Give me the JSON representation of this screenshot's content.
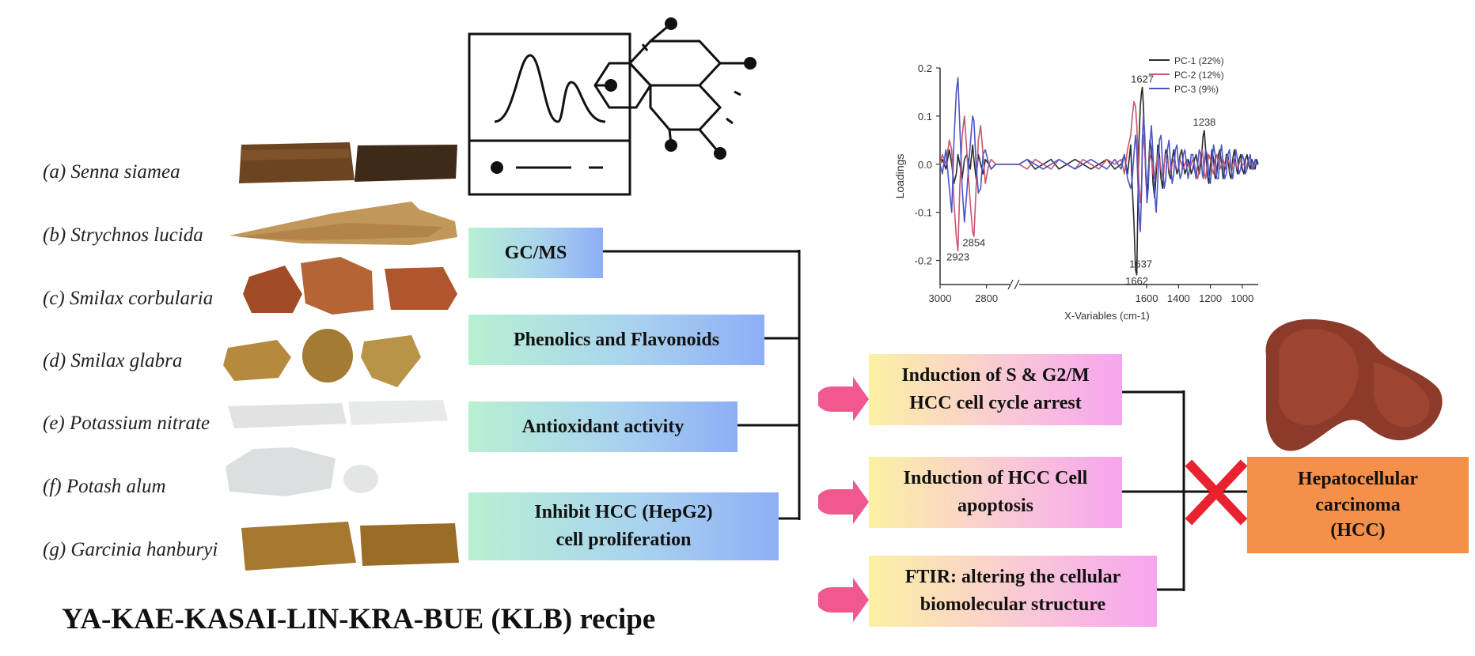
{
  "samples": [
    {
      "id": "a",
      "name": "(a) Senna siamea",
      "color": "#5a3a1e"
    },
    {
      "id": "b",
      "name": "(b) Strychnos lucida",
      "color": "#b98a4a"
    },
    {
      "id": "c",
      "name": "(c) Smilax corbularia",
      "color": "#9a4a25"
    },
    {
      "id": "d",
      "name": "(d) Smilax glabra",
      "color": "#b08a3a"
    },
    {
      "id": "e",
      "name": "(e) Potassium nitrate",
      "color": "#e4e6e6"
    },
    {
      "id": "f",
      "name": "(f) Potash alum",
      "color": "#dfe2e2"
    },
    {
      "id": "g",
      "name": "(g) Garcinia hanburyi",
      "color": "#a8782e"
    }
  ],
  "recipe_title": "YA-KAE-KASAI-LIN-KRA-BUE (KLB)  recipe",
  "analyses": [
    {
      "label": "GC/MS"
    },
    {
      "label": "Phenolics and Flavonoids"
    },
    {
      "label": "Antioxidant activity"
    },
    {
      "label": "Inhibit HCC (HepG2)\ncell proliferation"
    }
  ],
  "effects": [
    {
      "label": "Induction of S & G2/M\nHCC cell cycle arrest"
    },
    {
      "label": "Induction of  HCC Cell\napoptosis"
    },
    {
      "label": "FTIR: altering the cellular\nbiomolecular structure"
    }
  ],
  "target": {
    "label": "Hepatocellular\ncarcinoma\n(HCC)",
    "color": "#f5904a"
  },
  "inhibit_mark_color": "#e8232f",
  "arrow_color": "#f0588e",
  "chart_data": {
    "type": "line",
    "title": "",
    "xlabel": "X-Variables (cm-1)",
    "ylabel": "Loadings",
    "xlim": [
      3000,
      900
    ],
    "ylim": [
      -0.25,
      0.2
    ],
    "x_breaks": [
      [
        2700,
        2400
      ]
    ],
    "xticks": [
      "3000",
      "2800",
      "1600",
      "1400",
      "1200",
      "1000"
    ],
    "yticks": [
      "0.2",
      "0.1",
      "0.0",
      "-0.1",
      "-0.2"
    ],
    "legend_position": "top-right",
    "series": [
      {
        "name": "PC-1 (22%)",
        "color": "#2b2b2b",
        "x": [
          3000,
          2990,
          2975,
          2960,
          2950,
          2940,
          2930,
          2923,
          2915,
          2905,
          2895,
          2885,
          2870,
          2860,
          2854,
          2845,
          2835,
          2825,
          2815,
          2805,
          2790,
          2780,
          2760,
          2700,
          2400,
          2350,
          2300,
          2250,
          2200,
          2150,
          2100,
          2050,
          2000,
          1950,
          1900,
          1850,
          1800,
          1760,
          1740,
          1720,
          1700,
          1690,
          1680,
          1670,
          1662,
          1655,
          1648,
          1640,
          1632,
          1627,
          1620,
          1612,
          1605,
          1598,
          1590,
          1580,
          1570,
          1560,
          1550,
          1540,
          1530,
          1520,
          1510,
          1500,
          1490,
          1480,
          1470,
          1460,
          1450,
          1440,
          1430,
          1420,
          1410,
          1400,
          1390,
          1380,
          1370,
          1360,
          1350,
          1340,
          1330,
          1320,
          1310,
          1300,
          1290,
          1280,
          1270,
          1260,
          1250,
          1245,
          1238,
          1230,
          1220,
          1210,
          1200,
          1190,
          1180,
          1170,
          1160,
          1150,
          1140,
          1130,
          1120,
          1110,
          1100,
          1090,
          1080,
          1070,
          1060,
          1050,
          1040,
          1030,
          1020,
          1010,
          1000,
          990,
          980,
          970,
          960,
          950,
          940,
          930,
          920,
          910,
          900
        ],
        "y": [
          0.0,
          0.01,
          -0.01,
          0.03,
          0.0,
          -0.04,
          -0.02,
          0.02,
          0.0,
          -0.03,
          0.01,
          0.02,
          -0.01,
          0.04,
          0.01,
          -0.03,
          0.02,
          0.0,
          -0.02,
          0.01,
          0.0,
          -0.01,
          0.0,
          0.0,
          0.0,
          0.01,
          -0.01,
          0.0,
          0.01,
          -0.01,
          0.0,
          0.01,
          0.0,
          -0.01,
          0.0,
          0.01,
          -0.01,
          0.0,
          0.02,
          -0.02,
          0.04,
          -0.05,
          -0.12,
          -0.22,
          -0.23,
          -0.08,
          0.05,
          0.12,
          0.15,
          0.16,
          0.12,
          0.04,
          -0.03,
          -0.06,
          -0.02,
          0.05,
          0.03,
          -0.04,
          -0.07,
          -0.02,
          0.04,
          0.02,
          -0.03,
          -0.05,
          0.0,
          0.03,
          0.02,
          -0.02,
          -0.03,
          0.01,
          0.03,
          0.0,
          -0.02,
          -0.01,
          0.02,
          0.03,
          0.0,
          -0.02,
          -0.01,
          0.01,
          0.0,
          -0.02,
          -0.01,
          0.01,
          0.02,
          0.0,
          -0.02,
          0.0,
          0.04,
          0.06,
          0.07,
          0.03,
          -0.02,
          -0.04,
          0.0,
          0.03,
          0.01,
          -0.03,
          -0.02,
          0.02,
          0.03,
          0.0,
          -0.03,
          -0.01,
          0.02,
          0.02,
          -0.02,
          -0.03,
          0.01,
          0.03,
          0.0,
          -0.02,
          0.01,
          0.02,
          -0.01,
          -0.02,
          0.01,
          0.02,
          0.0,
          -0.01,
          0.01,
          0.0,
          -0.01,
          0.01,
          0.0
        ]
      },
      {
        "name": "PC-2 (12%)",
        "color": "#c9566b",
        "x": [
          3000,
          2990,
          2975,
          2960,
          2950,
          2940,
          2930,
          2923,
          2915,
          2905,
          2895,
          2885,
          2870,
          2860,
          2854,
          2845,
          2835,
          2825,
          2815,
          2805,
          2790,
          2780,
          2760,
          2700,
          2400,
          2350,
          2300,
          2250,
          2200,
          2150,
          2100,
          2050,
          2000,
          1950,
          1900,
          1850,
          1800,
          1760,
          1740,
          1720,
          1700,
          1690,
          1680,
          1670,
          1662,
          1655,
          1648,
          1640,
          1632,
          1627,
          1620,
          1612,
          1605,
          1598,
          1590,
          1580,
          1570,
          1560,
          1550,
          1540,
          1530,
          1520,
          1510,
          1500,
          1490,
          1480,
          1470,
          1460,
          1450,
          1440,
          1430,
          1420,
          1410,
          1400,
          1390,
          1380,
          1370,
          1360,
          1350,
          1340,
          1330,
          1320,
          1310,
          1300,
          1290,
          1280,
          1270,
          1260,
          1250,
          1245,
          1238,
          1230,
          1220,
          1210,
          1200,
          1190,
          1180,
          1170,
          1160,
          1150,
          1140,
          1130,
          1120,
          1110,
          1100,
          1090,
          1080,
          1070,
          1060,
          1050,
          1040,
          1030,
          1020,
          1010,
          1000,
          990,
          980,
          970,
          960,
          950,
          940,
          930,
          920,
          910,
          900
        ],
        "y": [
          0.0,
          0.02,
          0.0,
          0.05,
          0.03,
          -0.08,
          -0.15,
          -0.18,
          -0.05,
          0.06,
          0.1,
          0.03,
          -0.08,
          -0.14,
          -0.15,
          -0.05,
          0.05,
          0.08,
          0.02,
          -0.04,
          0.0,
          0.01,
          0.0,
          0.0,
          0.0,
          -0.01,
          0.01,
          0.0,
          -0.01,
          0.01,
          0.0,
          -0.01,
          0.01,
          0.0,
          -0.01,
          0.01,
          0.0,
          0.01,
          -0.02,
          0.03,
          0.06,
          0.1,
          0.13,
          0.12,
          0.08,
          0.02,
          -0.04,
          -0.08,
          -0.05,
          0.02,
          0.06,
          0.03,
          -0.02,
          -0.04,
          -0.01,
          0.02,
          0.01,
          -0.02,
          -0.03,
          0.0,
          0.02,
          0.01,
          -0.01,
          -0.03,
          0.0,
          0.02,
          0.01,
          -0.01,
          -0.02,
          0.0,
          0.01,
          0.0,
          -0.01,
          -0.01,
          0.01,
          0.0,
          -0.01,
          0.0,
          0.01,
          0.0,
          -0.01,
          0.0,
          0.01,
          0.0,
          -0.02,
          -0.03,
          -0.01,
          0.02,
          0.03,
          0.01,
          -0.02,
          -0.03,
          0.0,
          0.02,
          0.01,
          -0.01,
          -0.02,
          0.01,
          0.02,
          0.0,
          -0.01,
          0.0,
          0.01,
          0.0,
          -0.01,
          0.01,
          0.0,
          -0.01,
          0.0,
          0.01,
          0.0,
          -0.01,
          0.0,
          0.01,
          0.0,
          0.0,
          -0.01,
          0.0,
          0.01,
          0.0,
          0.0,
          -0.01,
          0.0,
          0.0,
          0.0
        ]
      },
      {
        "name": "PC-3 (9%)",
        "color": "#4a55c9",
        "x": [
          3000,
          2990,
          2975,
          2960,
          2950,
          2940,
          2930,
          2923,
          2915,
          2905,
          2895,
          2885,
          2870,
          2860,
          2854,
          2845,
          2835,
          2825,
          2815,
          2805,
          2790,
          2780,
          2760,
          2700,
          2400,
          2350,
          2300,
          2250,
          2200,
          2150,
          2100,
          2050,
          2000,
          1950,
          1900,
          1850,
          1800,
          1760,
          1740,
          1720,
          1700,
          1690,
          1680,
          1670,
          1662,
          1655,
          1648,
          1640,
          1632,
          1627,
          1620,
          1612,
          1605,
          1598,
          1590,
          1580,
          1570,
          1560,
          1550,
          1540,
          1530,
          1520,
          1510,
          1500,
          1490,
          1480,
          1470,
          1460,
          1450,
          1440,
          1430,
          1420,
          1410,
          1400,
          1390,
          1380,
          1370,
          1360,
          1350,
          1340,
          1330,
          1320,
          1310,
          1300,
          1290,
          1280,
          1270,
          1260,
          1250,
          1245,
          1238,
          1230,
          1220,
          1210,
          1200,
          1190,
          1180,
          1170,
          1160,
          1150,
          1140,
          1130,
          1120,
          1110,
          1100,
          1090,
          1080,
          1070,
          1060,
          1050,
          1040,
          1030,
          1020,
          1010,
          1000,
          990,
          980,
          970,
          960,
          950,
          940,
          930,
          920,
          910,
          900
        ],
        "y": [
          0.0,
          -0.02,
          0.03,
          -0.05,
          -0.1,
          0.05,
          0.15,
          0.18,
          0.08,
          -0.05,
          -0.12,
          -0.06,
          0.04,
          0.1,
          0.09,
          0.0,
          -0.06,
          -0.05,
          0.02,
          0.03,
          0.0,
          -0.01,
          0.0,
          0.0,
          0.0,
          0.01,
          0.0,
          -0.01,
          0.0,
          0.01,
          0.0,
          -0.01,
          0.0,
          0.01,
          0.0,
          -0.01,
          0.01,
          -0.01,
          0.02,
          -0.03,
          -0.05,
          -0.03,
          0.02,
          0.06,
          0.03,
          -0.04,
          -0.1,
          -0.14,
          -0.06,
          0.05,
          0.1,
          0.06,
          -0.02,
          -0.08,
          -0.05,
          0.04,
          0.08,
          0.02,
          -0.06,
          -0.1,
          -0.03,
          0.05,
          0.06,
          0.0,
          -0.05,
          -0.03,
          0.03,
          0.05,
          0.0,
          -0.04,
          -0.02,
          0.03,
          0.04,
          0.0,
          -0.03,
          -0.02,
          0.02,
          0.03,
          0.0,
          -0.03,
          -0.01,
          0.02,
          0.02,
          -0.01,
          -0.03,
          0.0,
          0.03,
          0.02,
          -0.02,
          -0.03,
          0.0,
          0.03,
          0.02,
          -0.02,
          -0.04,
          0.0,
          0.04,
          0.02,
          -0.03,
          -0.03,
          0.02,
          0.04,
          0.0,
          -0.03,
          -0.02,
          0.02,
          0.03,
          -0.01,
          -0.03,
          0.0,
          0.03,
          0.01,
          -0.02,
          -0.01,
          0.02,
          0.01,
          -0.02,
          -0.01,
          0.01,
          0.02,
          -0.01,
          -0.01,
          0.01,
          0.0,
          0.0
        ]
      }
    ],
    "annotations": [
      {
        "text": "1627",
        "x": 1627,
        "y": 0.17
      },
      {
        "text": "1238",
        "x": 1238,
        "y": 0.08
      },
      {
        "text": "2923",
        "x": 2923,
        "y": -0.2
      },
      {
        "text": "2854",
        "x": 2854,
        "y": -0.17
      },
      {
        "text": "1637",
        "x": 1637,
        "y": -0.215
      },
      {
        "text": "1662",
        "x": 1662,
        "y": -0.25
      }
    ]
  }
}
